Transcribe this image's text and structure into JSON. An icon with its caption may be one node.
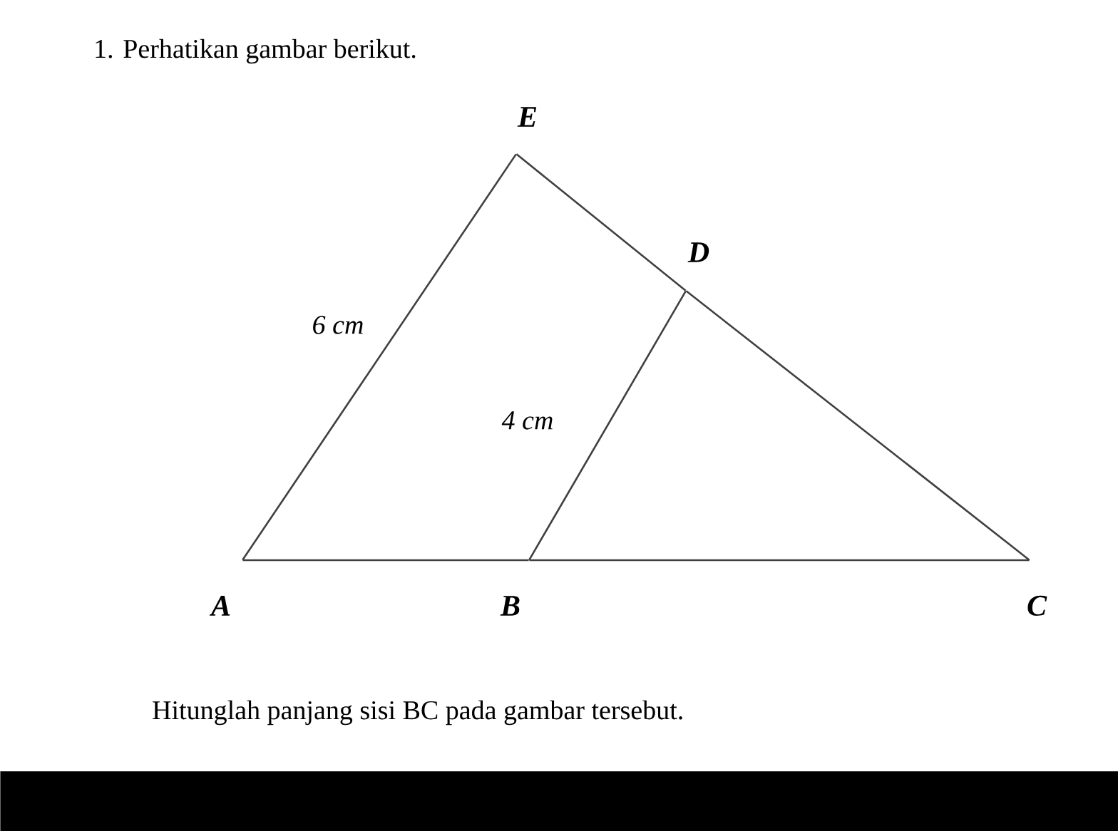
{
  "diagram": {
    "title": "1. Perhatikan gambar berikut.",
    "caption": "Hitunglah panjang sisi BC pada gambar tersebut.",
    "nodes": [
      {
        "text": [
          "E"
        ]
      },
      {
        "text": [
          "D"
        ]
      },
      {
        "text": [
          "A"
        ]
      },
      {
        "text": [
          "B"
        ]
      },
      {
        "text": [
          "C"
        ]
      },
      {
        "text": [],
        "shape": "bar"
      }
    ],
    "edges": [
      {
        "from": 2,
        "to": 0,
        "arrow": "none",
        "label": "6 cm"
      },
      {
        "from": 0,
        "to": 1,
        "arrow": "none"
      },
      {
        "from": 1,
        "to": 4,
        "arrow": "none"
      },
      {
        "from": 2,
        "to": 3,
        "arrow": "none"
      },
      {
        "from": 3,
        "to": 4,
        "arrow": "none"
      },
      {
        "from": 3,
        "to": 1,
        "arrow": "none",
        "label": "4 cm"
      }
    ]
  }
}
